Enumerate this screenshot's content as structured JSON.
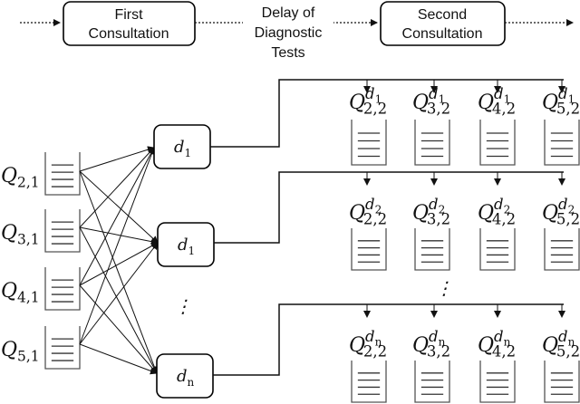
{
  "flow": {
    "first_consultation": [
      "First",
      "Consultation"
    ],
    "delay_label": [
      "Delay of",
      "Diagnostic",
      "Tests"
    ],
    "second_consultation": [
      "Second",
      "Consultation"
    ]
  },
  "input_queues": [
    {
      "base": "Q",
      "sub": "2,1"
    },
    {
      "base": "Q",
      "sub": "3,1"
    },
    {
      "base": "Q",
      "sub": "4,1"
    },
    {
      "base": "Q",
      "sub": "5,1"
    }
  ],
  "diagnostic_servers": [
    {
      "base": "d",
      "sub": "1"
    },
    {
      "base": "d",
      "sub": "1"
    },
    {
      "base": "d",
      "sub": "n"
    }
  ],
  "ellipsis": "⋮",
  "output_queue_rows": [
    {
      "sup": "d",
      "sup_sub": "1",
      "queues": [
        {
          "base": "Q",
          "sub": "2,2"
        },
        {
          "base": "Q",
          "sub": "3,2"
        },
        {
          "base": "Q",
          "sub": "4,2"
        },
        {
          "base": "Q",
          "sub": "5,2"
        }
      ]
    },
    {
      "sup": "d",
      "sup_sub": "2",
      "queues": [
        {
          "base": "Q",
          "sub": "2,2"
        },
        {
          "base": "Q",
          "sub": "3,2"
        },
        {
          "base": "Q",
          "sub": "4,2"
        },
        {
          "base": "Q",
          "sub": "5,2"
        }
      ]
    },
    {
      "sup": "d",
      "sup_sub": "n",
      "queues": [
        {
          "base": "Q",
          "sub": "2,2"
        },
        {
          "base": "Q",
          "sub": "3,2"
        },
        {
          "base": "Q",
          "sub": "4,2"
        },
        {
          "base": "Q",
          "sub": "5,2"
        }
      ]
    }
  ]
}
